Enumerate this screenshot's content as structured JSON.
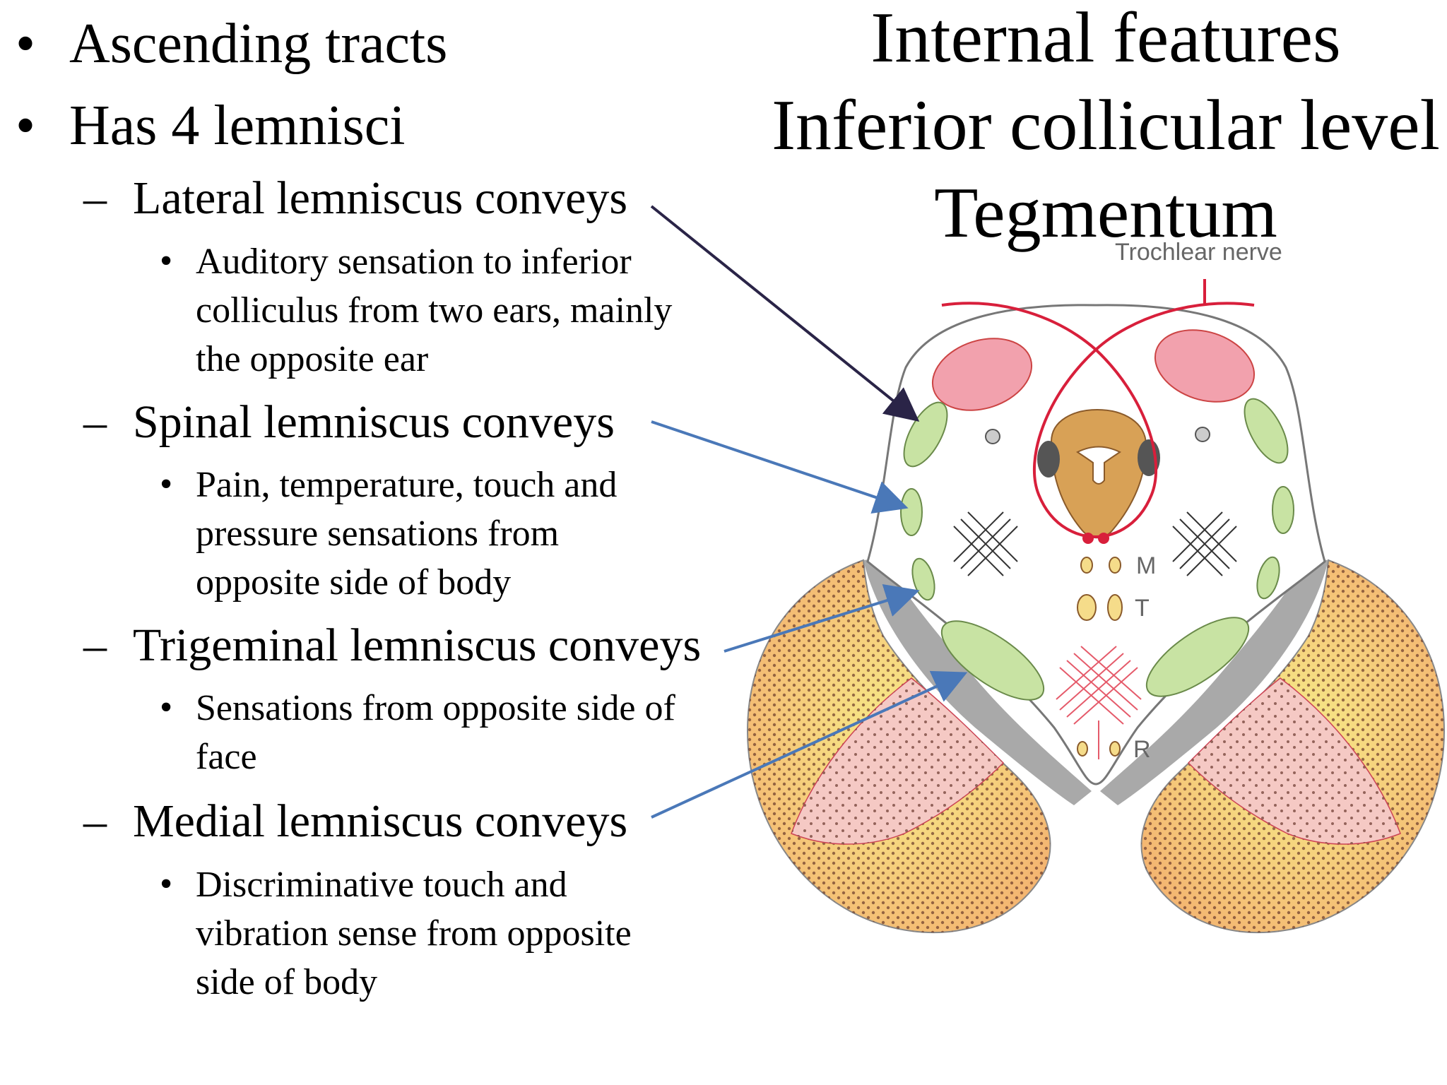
{
  "slide": {
    "title_lines": [
      "Internal features",
      "Inferior collicular level",
      "Tegmentum"
    ],
    "bullets": [
      "Ascending tracts",
      "Has 4 lemnisci"
    ],
    "lemnisci": [
      {
        "heading": "Lateral lemniscus conveys",
        "detail": [
          "Auditory sensation to inferior",
          "colliculus from two ears, mainly",
          "the opposite ear"
        ]
      },
      {
        "heading": "Spinal lemniscus conveys",
        "detail": [
          "Pain, temperature, touch and",
          "pressure sensations from",
          "opposite side of  body"
        ]
      },
      {
        "heading": "Trigeminal lemniscus conveys",
        "detail": [
          "Sensations from opposite side of",
          "face"
        ]
      },
      {
        "heading": "Medial lemniscus conveys",
        "detail": [
          "Discriminative touch and",
          "vibration sense from opposite",
          "side of body"
        ]
      }
    ]
  },
  "diagram": {
    "labels": {
      "trochlear": "Trochlear nerve",
      "m": "M",
      "t": "T",
      "r": "R"
    },
    "colors": {
      "trochlear_nerve": "#d81f3b",
      "colliculus": "#f2a1ad",
      "lemniscus": "#c8e3a3",
      "aqueduct_gray": "#d8a156",
      "peduncle_orange": "#f4b370",
      "peduncle_pink": "#f5c9c4",
      "substantia_nigra": "#9a9a9a",
      "arrow_dark": "#2a2447",
      "arrow_blue": "#4a78b8"
    }
  }
}
